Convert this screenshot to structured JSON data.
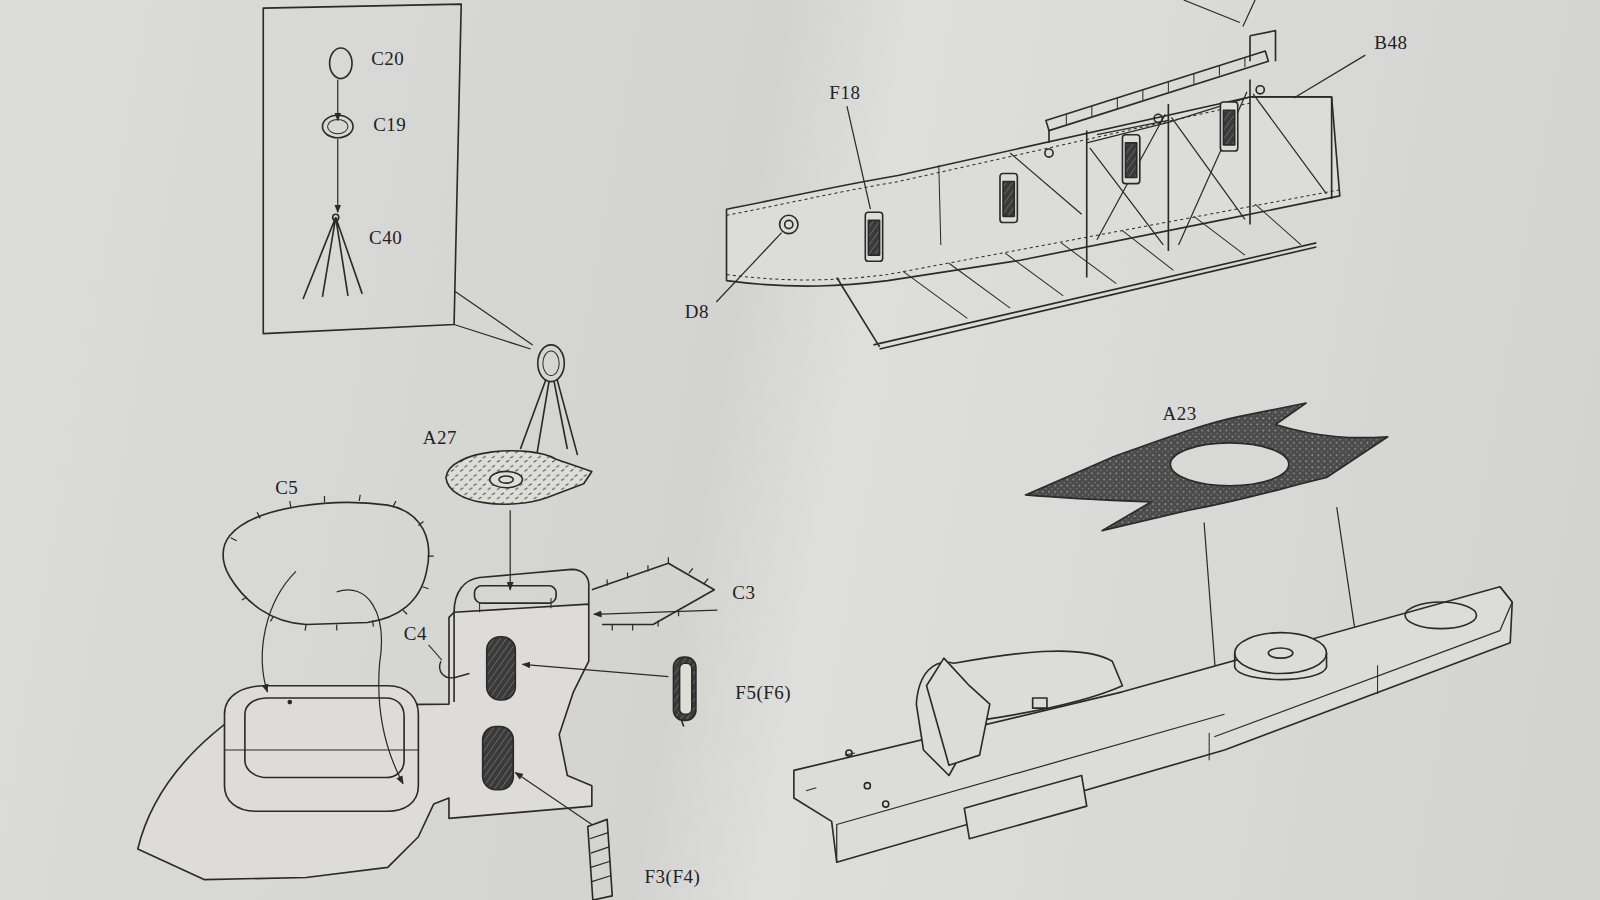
{
  "diagram": {
    "labels": [
      "C20",
      "C19",
      "C40",
      "A27",
      "C5",
      "C4",
      "C3",
      "F5(F6)",
      "F3(F4)",
      "F18",
      "D8",
      "B48",
      "A23"
    ]
  }
}
